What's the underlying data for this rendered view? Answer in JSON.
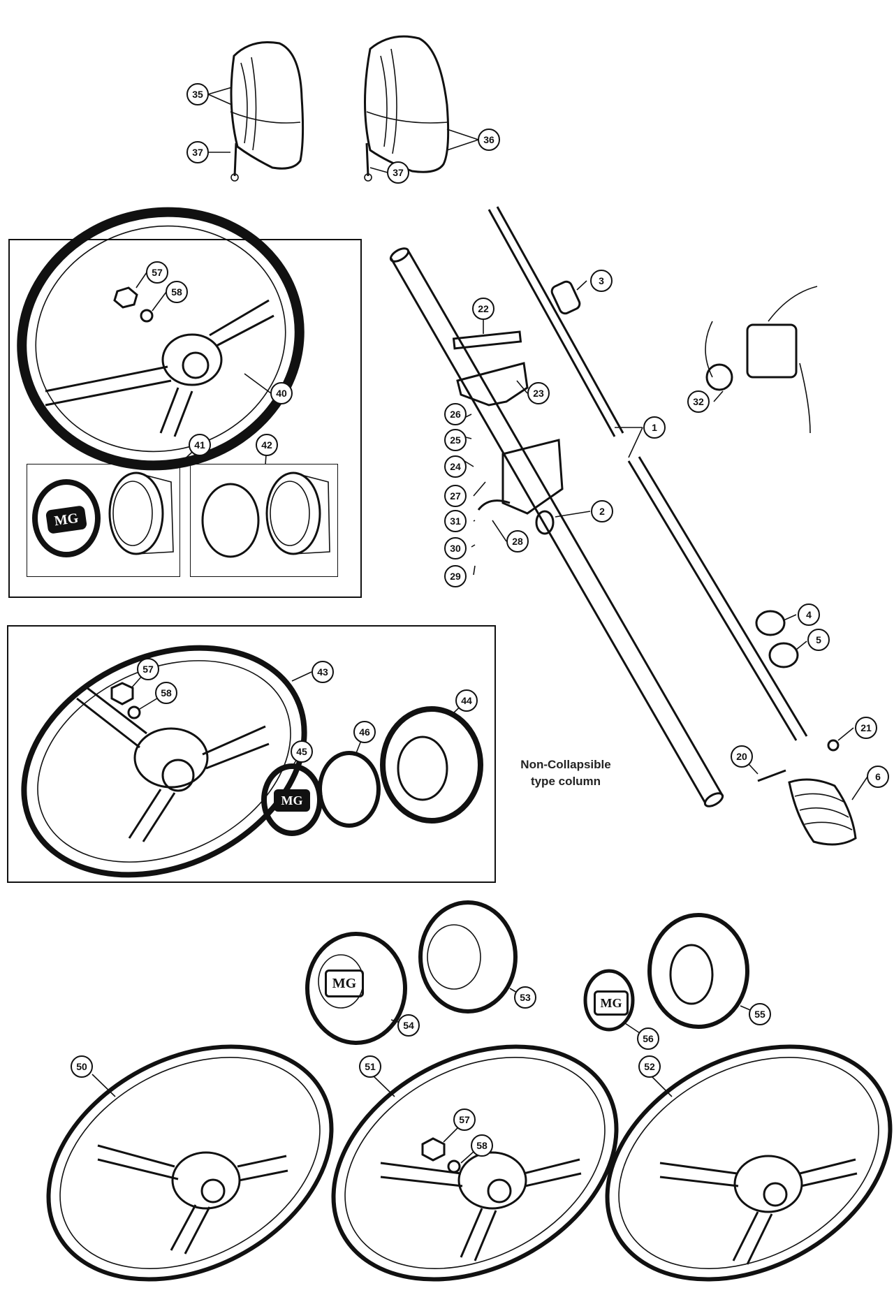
{
  "caption": {
    "line1": "Non-Collapsible",
    "line2": "type column"
  },
  "callouts": [
    {
      "id": "c35",
      "label": "35"
    },
    {
      "id": "c36",
      "label": "36"
    },
    {
      "id": "c37a",
      "label": "37"
    },
    {
      "id": "c37b",
      "label": "37"
    },
    {
      "id": "c57a",
      "label": "57"
    },
    {
      "id": "c58a",
      "label": "58"
    },
    {
      "id": "c40",
      "label": "40"
    },
    {
      "id": "c41",
      "label": "41"
    },
    {
      "id": "c42",
      "label": "42"
    },
    {
      "id": "c3",
      "label": "3"
    },
    {
      "id": "c22",
      "label": "22"
    },
    {
      "id": "c23",
      "label": "23"
    },
    {
      "id": "c1",
      "label": "1"
    },
    {
      "id": "c32",
      "label": "32"
    },
    {
      "id": "c26",
      "label": "26"
    },
    {
      "id": "c25",
      "label": "25"
    },
    {
      "id": "c24",
      "label": "24"
    },
    {
      "id": "c27",
      "label": "27"
    },
    {
      "id": "c31",
      "label": "31"
    },
    {
      "id": "c30",
      "label": "30"
    },
    {
      "id": "c29",
      "label": "29"
    },
    {
      "id": "c28",
      "label": "28"
    },
    {
      "id": "c2",
      "label": "2"
    },
    {
      "id": "c4",
      "label": "4"
    },
    {
      "id": "c5",
      "label": "5"
    },
    {
      "id": "c21",
      "label": "21"
    },
    {
      "id": "c20",
      "label": "20"
    },
    {
      "id": "c6",
      "label": "6"
    },
    {
      "id": "c43",
      "label": "43"
    },
    {
      "id": "c57b",
      "label": "57"
    },
    {
      "id": "c58b",
      "label": "58"
    },
    {
      "id": "c44",
      "label": "44"
    },
    {
      "id": "c45",
      "label": "45"
    },
    {
      "id": "c46",
      "label": "46"
    },
    {
      "id": "c54",
      "label": "54"
    },
    {
      "id": "c53",
      "label": "53"
    },
    {
      "id": "c55",
      "label": "55"
    },
    {
      "id": "c56",
      "label": "56"
    },
    {
      "id": "c50",
      "label": "50"
    },
    {
      "id": "c51",
      "label": "51"
    },
    {
      "id": "c52",
      "label": "52"
    },
    {
      "id": "c57c",
      "label": "57"
    },
    {
      "id": "c58c",
      "label": "58"
    }
  ],
  "badges": {
    "mg": "MG"
  }
}
